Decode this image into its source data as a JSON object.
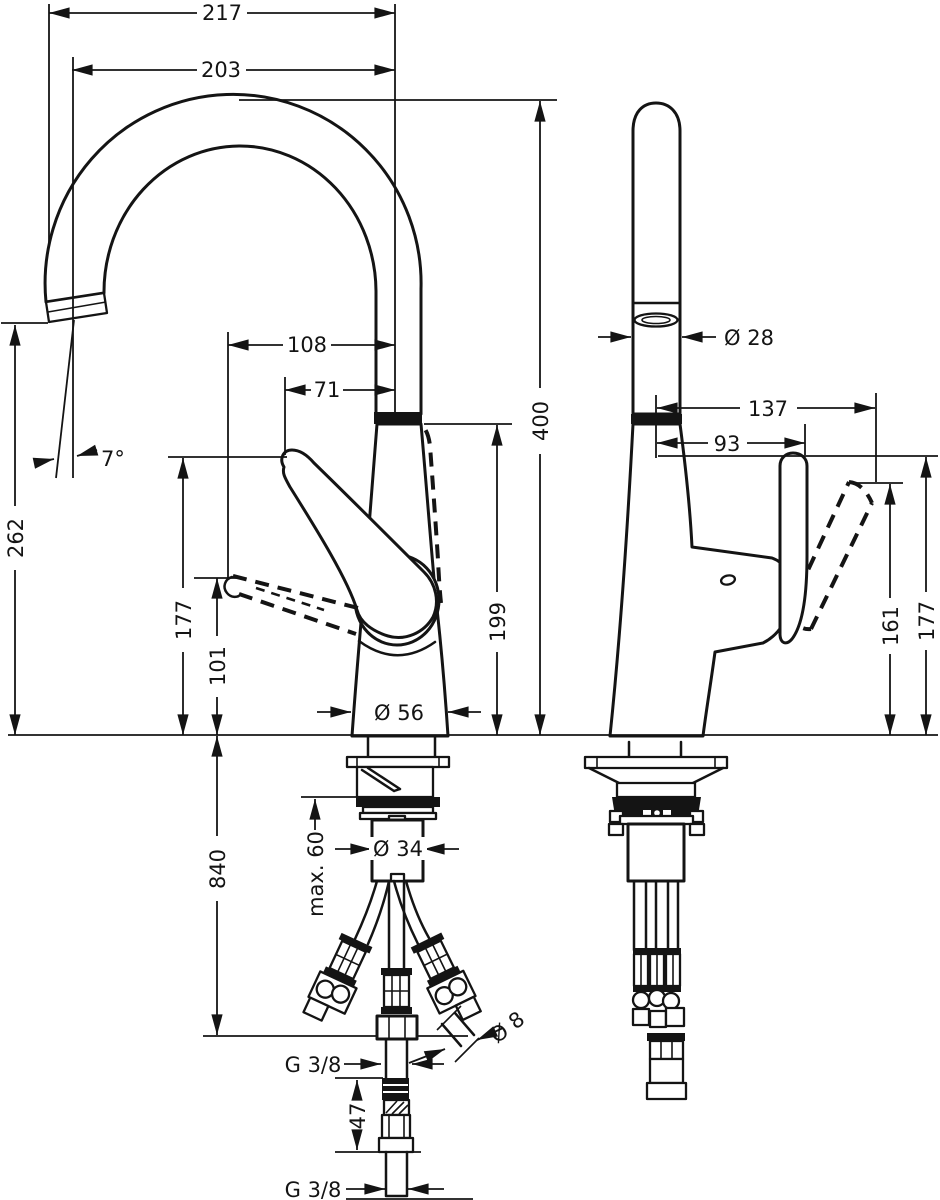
{
  "drawing": {
    "type": "faucet-installation-dimensional-drawing",
    "views": [
      "front-view",
      "side-view"
    ],
    "line_color": "#141414",
    "background": "#ffffff"
  },
  "labels": {
    "front_view": {
      "overall_projection": "217",
      "spout_projection": "203",
      "spout_to_axis": "108",
      "handle_to_axis": "71",
      "spout_angle": "7°",
      "outlet_height": "262",
      "handle_tip_height": "177",
      "handle_low_height": "101",
      "body_top_height": "199",
      "overall_height": "400",
      "base_diameter": "Ø 56",
      "hose_length": "840",
      "max_deck_thickness": "max. 60",
      "shank_diameter": "Ø 34",
      "hose_diameter": "Ø 8",
      "thread_upper": "G 3/8",
      "fitting_length": "47",
      "thread_lower": "G 3/8"
    },
    "side_view": {
      "spout_diameter": "Ø 28",
      "handle_reach_open": "137",
      "handle_reach": "93",
      "handle_open_height": "161",
      "handle_height": "177"
    }
  }
}
